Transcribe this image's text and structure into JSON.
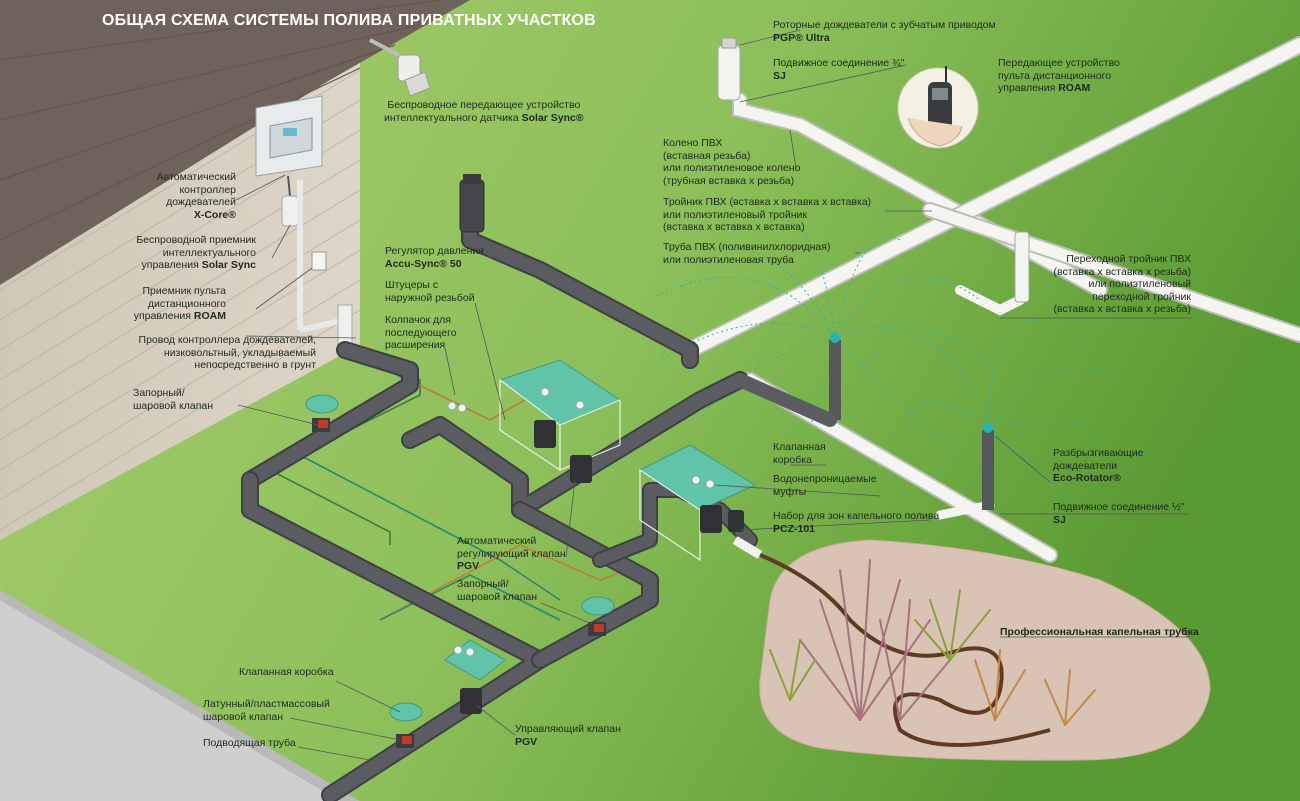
{
  "title": "ОБЩАЯ СХЕМА СИСТЕМЫ ПОЛИВА ПРИВАТНЫХ УЧАСТКОВ",
  "labels": {
    "xcore": {
      "lines": [
        "Автоматический",
        "контроллер",
        "дождевателей"
      ],
      "product": "X-Core®"
    },
    "solar_receiver": {
      "lines": [
        "Беспроводной приемник",
        "интеллектуального"
      ],
      "last": "управления",
      "product": "Solar Sync"
    },
    "roam_receiver": {
      "lines": [
        "Приемник пульта",
        "дистанционного"
      ],
      "last": "управления",
      "product": "ROAM"
    },
    "wire": {
      "lines": [
        "Провод контроллера дождевателей,",
        "низковольтный, укладываемый",
        "непосредственно в грунт"
      ]
    },
    "ball_valve_1": {
      "lines": [
        "Запорный/",
        "шаровой клапан"
      ]
    },
    "solar_transmitter": {
      "line1": "Беспроводное передающее устройство",
      "line2": "интеллектуального датчика",
      "product": "Solar Sync®"
    },
    "pressure_reg": {
      "line1": "Регулятор давления",
      "product": "Accu-Sync® 50"
    },
    "threaded": {
      "lines": [
        "Штуцеры с",
        "наружной резьбой"
      ]
    },
    "cap": {
      "lines": [
        "Колпачок для",
        "последующего",
        "расширения"
      ]
    },
    "pgp": {
      "line1": "Роторные дождеватели с зубчатым приводом",
      "product": "PGP® Ultra"
    },
    "sj34": {
      "line1": "Подвижное соединение ¾\"",
      "product": "SJ"
    },
    "roam_tx": {
      "lines": [
        "Передающее устройство",
        "пульта дистанционного"
      ],
      "last": "управления",
      "product": "ROAM"
    },
    "elbow": {
      "lines": [
        "Колено ПВХ",
        "(вставная резьба)",
        "или полиэтиленовое колено",
        "(трубная вставка х резьба)"
      ]
    },
    "tee": {
      "lines": [
        "Тройник ПВХ (вставка х вставка х вставка)",
        "или полиэтиленовый тройник",
        "(вставка х вставка х вставка)"
      ]
    },
    "pipe": {
      "lines": [
        "Труба ПВХ (поливинилхлоридная)",
        "или полиэтиленовая труба"
      ]
    },
    "transition_tee": {
      "lines": [
        "Переходной тройник ПВХ",
        "(вставка х вставка х резьба)",
        "или полиэтиленовый",
        "переходной тройник",
        "(вставка х вставка х резьба)"
      ]
    },
    "valve_box_right": {
      "lines": [
        "Клапанная",
        "коробка"
      ]
    },
    "waterproof": {
      "lines": [
        "Водонепроницаемые",
        "муфты"
      ]
    },
    "drip_kit": {
      "line1": "Набор для зон капельного полива",
      "product": "PCZ-101"
    },
    "eco": {
      "lines": [
        "Разбрызгивающие",
        "дождеватели"
      ],
      "product": "Eco-Rotator®"
    },
    "sj12": {
      "line1": "Подвижное соединение ½\"",
      "product": "SJ"
    },
    "pgv_auto": {
      "lines": [
        "Автоматический",
        "регулирующий клапан"
      ],
      "product": "PGV"
    },
    "ball_valve_2": {
      "lines": [
        "Запорный/",
        "шаровой клапан"
      ]
    },
    "drip_tube": {
      "product": "Профессиональная капельная трубка"
    },
    "valve_box_left": {
      "line1": "Клапанная коробка"
    },
    "brass_valve": {
      "lines": [
        "Латунный/пластмассовый",
        "шаровой клапан"
      ]
    },
    "supply": {
      "line1": "Подводящая труба"
    },
    "control_valve": {
      "line1": "Управляющий клапан",
      "product": "PGV"
    }
  },
  "colors": {
    "lawn": "#8fc25a",
    "lawn_dark": "#5f9a32",
    "pipe_dark": "#55575c",
    "pipe_white": "#f2f2ee",
    "valve_box": "#5fc4a8",
    "spray": "#29b3b0",
    "wall": "#d3ccbd",
    "roof": "#6f625a",
    "soil": "#d8c3b4"
  }
}
